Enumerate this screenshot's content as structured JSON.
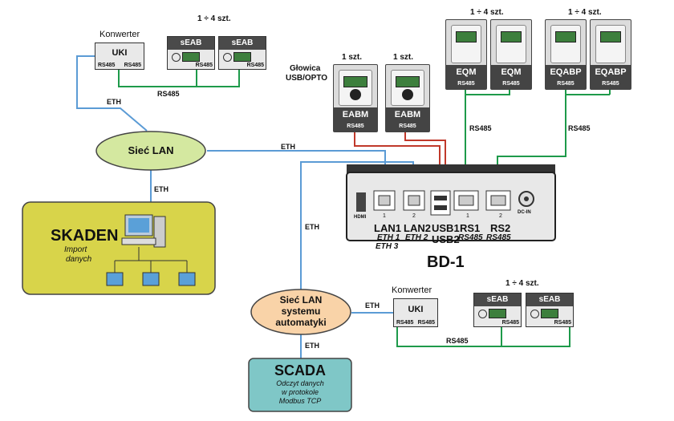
{
  "konwerter_top": {
    "label": "Konwerter",
    "device": "UKI",
    "port_a": "RS485",
    "port_b": "RS485"
  },
  "seab_top": {
    "count": "1 ÷ 4 szt.",
    "devices": [
      "sEAB",
      "sEAB"
    ],
    "port": "RS485"
  },
  "rs485_top": "RS485",
  "eth_top": "ETH",
  "glowica": {
    "line1": "Głowica",
    "line2": "USB/OPTO"
  },
  "eabm": {
    "count": "1 szt.",
    "devices": [
      "EABM",
      "EABM"
    ],
    "port": "RS485"
  },
  "eqm": {
    "count": "1 ÷ 4 szt.",
    "devices": [
      "EQM",
      "EQM"
    ],
    "port": "RS485"
  },
  "eqabp": {
    "count": "1 ÷ 4 szt.",
    "devices": [
      "EQABP",
      "EQABP"
    ],
    "port": "RS485"
  },
  "rs485_eqm": "RS485",
  "rs485_eqabp": "RS485",
  "siec_lan": "Sieć LAN",
  "eth_lan_bd": "ETH",
  "eth_lan_skaden": "ETH",
  "eth_automatyki": "ETH",
  "skaden": {
    "title": "SKADEN",
    "subtitle1": "Import",
    "subtitle2": "danych"
  },
  "bd1": {
    "name": "BD-1",
    "hdmi": "HDMI",
    "dcin": "DC-IN",
    "lan1": "LAN1",
    "lan1_sub1": "ETH 1",
    "lan1_sub2": "ETH 3",
    "lan2": "LAN2",
    "lan2_sub": "ETH 2",
    "usb1": "USB1",
    "usb2": "USB2",
    "rs1": "RS1",
    "rs1_sub": "RS485",
    "rs2": "RS2",
    "rs2_sub": "RS485",
    "port_nums": [
      "1",
      "2",
      "1",
      "2"
    ]
  },
  "siec_auto": {
    "line1": "Sieć LAN",
    "line2": "systemu",
    "line3": "automatyki"
  },
  "eth_auto_uki": "ETH",
  "eth_scada": "ETH",
  "konwerter_bottom": {
    "label": "Konwerter",
    "device": "UKI",
    "port_a": "RS485",
    "port_b": "RS485"
  },
  "seab_bottom": {
    "count": "1 ÷ 4 szt.",
    "devices": [
      "sEAB",
      "sEAB"
    ],
    "port": "RS485"
  },
  "rs485_bottom": "RS485",
  "scada": {
    "title": "SCADA",
    "line1": "Odczyt danych",
    "line2": "w protokole",
    "line3": "Modbus TCP"
  },
  "colors": {
    "eth": "#5b9bd5",
    "rs485": "#1e9a4a",
    "usb": "#c0392b",
    "lan_fill": "#d4e8a0",
    "auto_fill": "#f9d3a8",
    "skaden_fill": "#d8d44a",
    "scada_fill": "#7fc7c7"
  }
}
